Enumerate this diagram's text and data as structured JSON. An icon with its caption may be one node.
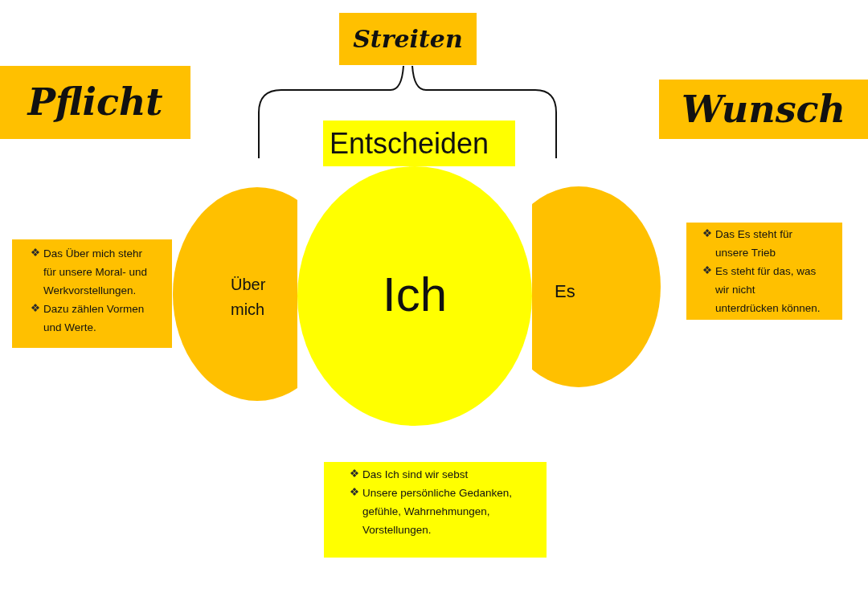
{
  "diagram": {
    "nodes": [
      {
        "text": [
          "Streiten"
        ]
      },
      {
        "text": [
          "Pflicht"
        ]
      },
      {
        "text": [
          "Wunsch"
        ]
      },
      {
        "text": [
          "Entscheiden"
        ]
      },
      {
        "text": [
          "Das Über mich stehr für unsere Moral- und Werkvorstellungen.",
          "Dazu zählen Vormen und Werte."
        ]
      },
      {
        "text": [
          "Über mich"
        ]
      },
      {
        "text": [
          "Ich"
        ]
      },
      {
        "text": [
          "Es"
        ]
      },
      {
        "text": [
          "Das Es steht für unsere Trieb",
          "Es steht für das, was wir nicht unterdrücken können."
        ]
      },
      {
        "text": [
          "Das Ich sind wir sebst",
          "Unsere persönliche Gedanken, gefühle, Wahrnehmungen, Vorstellungen."
        ]
      }
    ]
  }
}
